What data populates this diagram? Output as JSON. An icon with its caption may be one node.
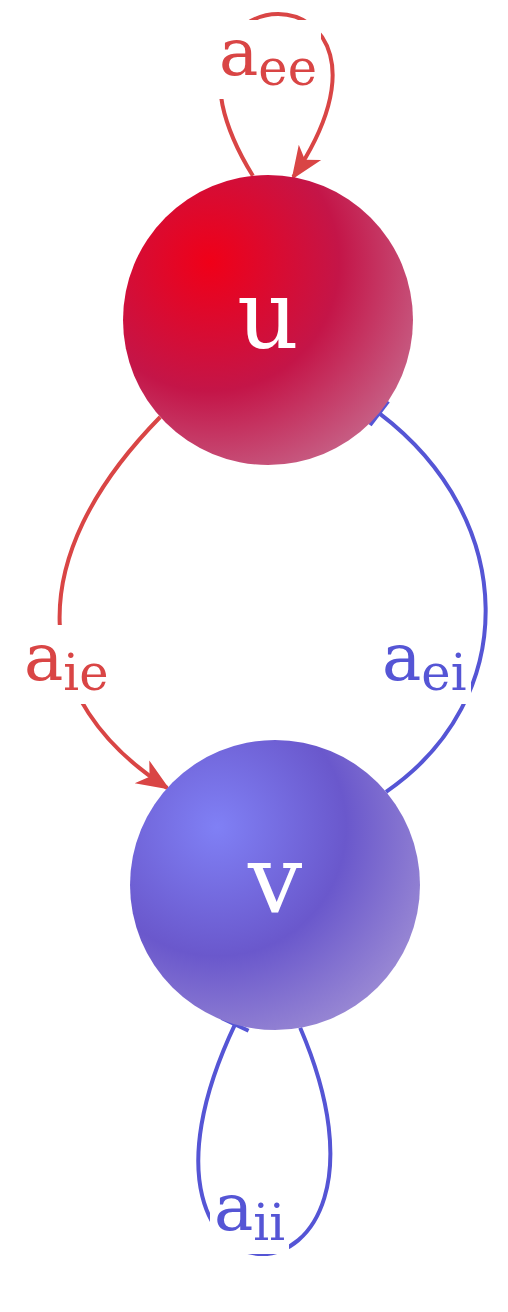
{
  "diagram": {
    "nodes": [
      {
        "text": [
          "u"
        ]
      },
      {
        "text": [
          "v"
        ]
      }
    ],
    "edges": [
      {
        "from": 0,
        "to": 0,
        "arrow": "to",
        "label": "a$_{ee}$",
        "color": "#d94545"
      },
      {
        "from": 0,
        "to": 1,
        "arrow": "to",
        "label": "a$_{ie}$",
        "color": "#d94545"
      },
      {
        "from": 1,
        "to": 0,
        "arrow": "other",
        "label": "a$_{ei}$",
        "color": "#5555d5"
      },
      {
        "from": 1,
        "to": 1,
        "arrow": "other",
        "label": "a$_{ii}$",
        "color": "#5555d5"
      }
    ]
  }
}
